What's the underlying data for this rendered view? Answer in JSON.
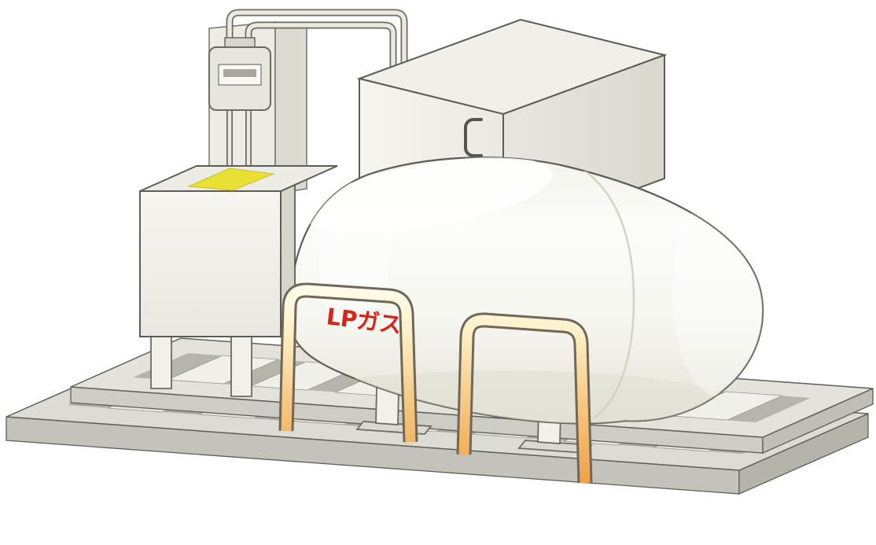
{
  "meta": {
    "type": "illustration",
    "subject": "LP gas bulk storage tank unit mounted on a steel skid frame"
  },
  "labels": {
    "tank": "LPガス"
  },
  "palette": {
    "outline": "#5d5d55",
    "tank_body": "#f6f6f1",
    "tank_shade": "#e0e0d3",
    "housing": "#f0f0e9",
    "cabinet": "#f3f3ec",
    "warning_label_yellow": "#e8e032",
    "tank_text_red": "#d4261c",
    "guard_rail_orange": "#efa045",
    "guard_rail_cream": "#fffdf0",
    "skid_light": "#e3e3db",
    "skid_dark": "#b5b5ac"
  },
  "components": [
    "gas-meter",
    "supply-pipes",
    "control-cabinet",
    "equipment-housing",
    "horizontal-lp-gas-tank",
    "guard-rails",
    "skid-base"
  ]
}
